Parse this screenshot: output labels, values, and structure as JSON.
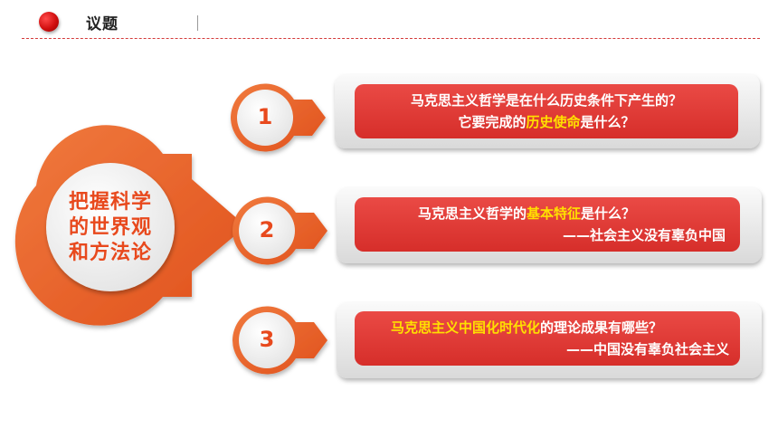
{
  "header": {
    "title": "议题"
  },
  "center": {
    "lines": [
      "把握科学",
      "的世界观",
      "和方法论"
    ]
  },
  "items": [
    {
      "number": "1",
      "line1": "马克思主义哲学是在什么历史条件下产生的？",
      "line2_pre": "它要完成的",
      "line2_hl": "历史使命",
      "line2_post": "是什么？"
    },
    {
      "number": "2",
      "line1_pre": "马克思主义哲学的",
      "line1_hl": "基本特征",
      "line1_post": "是什么？",
      "line2": "——社会主义没有辜负中国"
    },
    {
      "number": "3",
      "line1_hl": "马克思主义中国化时代化",
      "line1_post": "的理论成果有哪些？",
      "line2": "——中国没有辜负社会主义"
    }
  ],
  "colors": {
    "accent": "#e8491d",
    "card_red": "#e23a35",
    "highlight": "#ffe000"
  }
}
